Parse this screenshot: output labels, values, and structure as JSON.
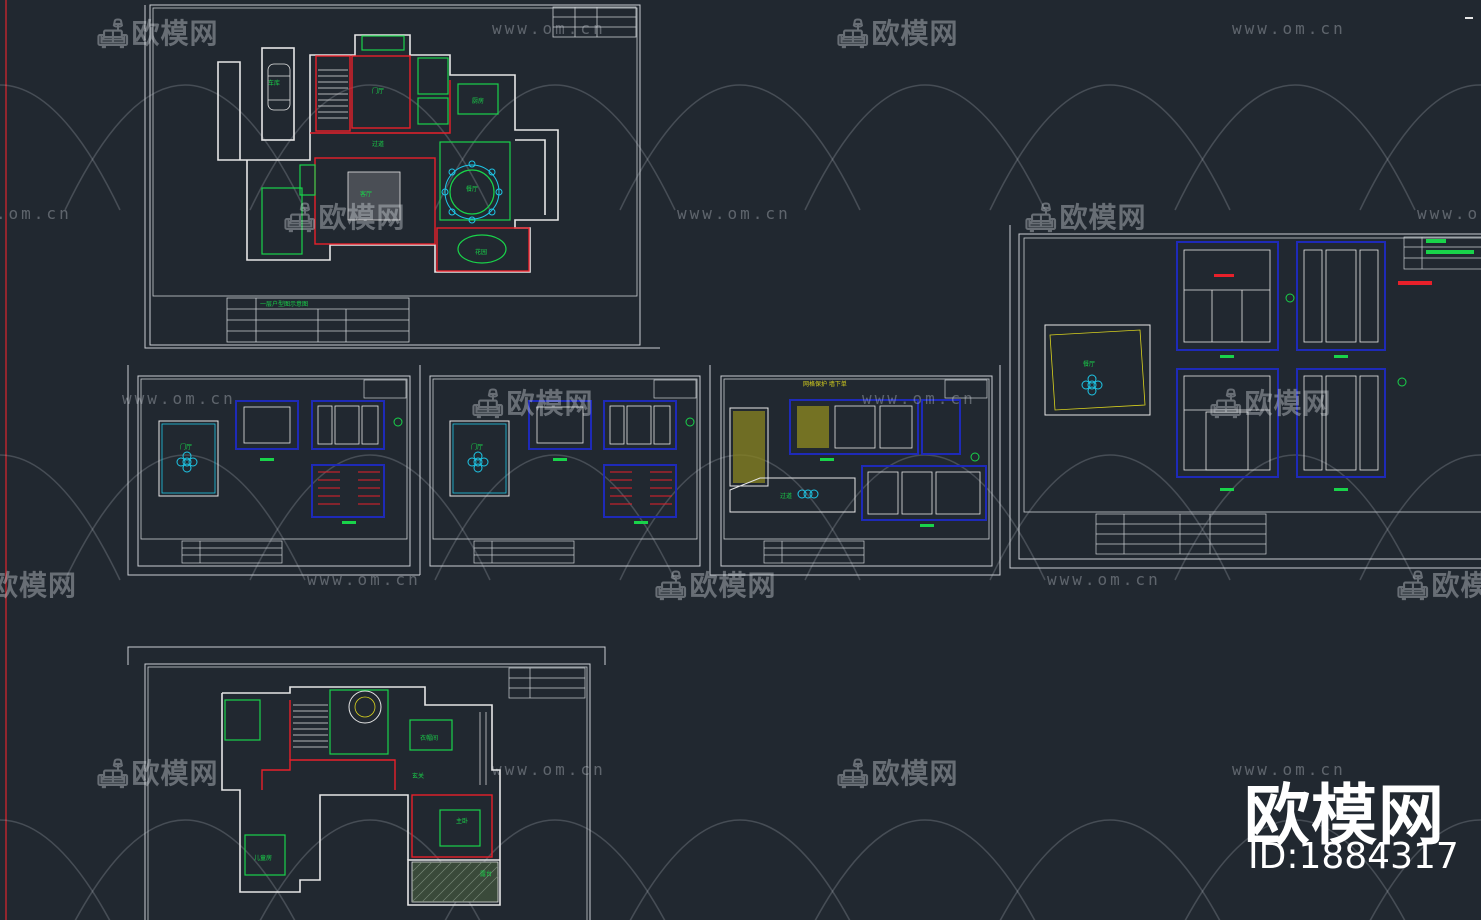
{
  "app": {
    "background_color": "#212830",
    "sheet_border_color": "#c9cdd2",
    "accent_colors": {
      "red": "#e8202a",
      "green": "#19d34a",
      "blue": "#1e2ab8",
      "white": "#e6e6e6",
      "yellow": "#d9d21e"
    }
  },
  "watermark": {
    "logo_text": "欧模网",
    "url_text": "www.om.cn",
    "logo_icon": "sofa-icon"
  },
  "brand": {
    "name": "欧模网",
    "id_text": "ID:1884317"
  },
  "sheets": {
    "plan1": {
      "title": "一层户型图示意图",
      "rooms": [
        "车库",
        "门厅",
        "厨房",
        "过道",
        "餐厅",
        "客厅",
        "花园"
      ]
    },
    "elev_a": {
      "rooms": [
        "门厅"
      ]
    },
    "elev_b": {
      "rooms": [
        "门厅"
      ]
    },
    "elev_c": {
      "note": "网格保护 墙下单",
      "rooms": [
        "过道"
      ]
    },
    "ceiling": {
      "rooms": [
        "餐厅"
      ]
    },
    "plan2": {
      "rooms": [
        "衣帽间",
        "玄关",
        "主卧",
        "露台",
        "儿童房"
      ]
    }
  }
}
